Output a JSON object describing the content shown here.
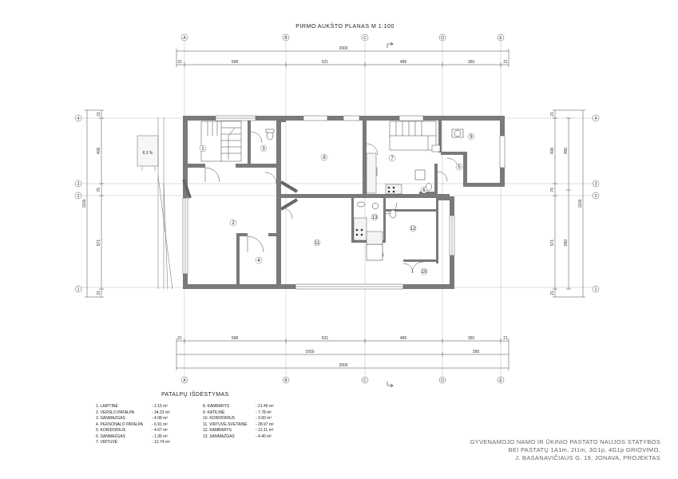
{
  "title": "PIRMO  AUKŠTO  PLANAS  M 1:100",
  "grid_axes": {
    "columns": [
      "A",
      "B",
      "C",
      "D",
      "E"
    ],
    "rows": [
      "4",
      "3",
      "2",
      "1"
    ]
  },
  "dimensions": {
    "top_total": "2000",
    "top_segments": [
      "21",
      "598",
      "521",
      "489",
      "350",
      "21"
    ],
    "bottom_segments": [
      "21",
      "598",
      "521",
      "489",
      "350",
      "21"
    ],
    "bottom_sub": [
      "1650",
      "350"
    ],
    "bottom_total": "2000",
    "left_total": "1100",
    "left_segments": [
      "21",
      "408",
      "79",
      "571",
      "21"
    ],
    "right_segments": [
      "21",
      "408",
      "79",
      "571",
      "21"
    ],
    "right_sub": [
      "450",
      "650"
    ],
    "right_total": "1100"
  },
  "ramp_label": "8.3 %",
  "rooms": [
    "1",
    "2",
    "3",
    "4",
    "5",
    "6",
    "7",
    "8",
    "9",
    "10",
    "11",
    "12",
    "13"
  ],
  "legend": {
    "title": "PATALPŲ  IŠDĖSTYMAS",
    "items": [
      {
        "name": "1. LAIPTINĖ",
        "area": "- 2.15 m²"
      },
      {
        "name": "2. VERSLO PATALPA",
        "area": "- 34.23 m²"
      },
      {
        "name": "3. SANMAZGAS",
        "area": "- 4.08 m²"
      },
      {
        "name": "4. PERSONALO PATALPA",
        "area": "- 6.91 m²"
      },
      {
        "name": "5. KORIDORIUS",
        "area": "- 4.67 m²"
      },
      {
        "name": "6. SANMAZGAS",
        "area": "- 1.36 m²"
      },
      {
        "name": "7. VIRTUVĖ",
        "area": "- 12.74 m²"
      },
      {
        "name": "8. KAMBARYS",
        "area": "- 21.45 m²"
      },
      {
        "name": "9. KATILINĖ",
        "area": "- 7.78 m²"
      },
      {
        "name": "10. KORIDORIUS",
        "area": "- 3.00 m²"
      },
      {
        "name": "11. VIRTUVĖ-SVETAINĖ",
        "area": "- 28.97 m²"
      },
      {
        "name": "12. KAMBARYS",
        "area": "- 12.11 m²"
      },
      {
        "name": "13. SANMAZGAS",
        "area": "- 4.40 m²"
      }
    ]
  },
  "project": {
    "line1": "GYVENAMOJO NAMO IR ŪKINIO PASTATO NAUJOS STATYBOS",
    "line2": "BEI PASTATŲ 1A1m, 2I1m, 3G1p, 4G1p GRIOVIMO,",
    "line3": "J. BASANAVIČIAUS G. 19, JONAVA, PROJEKTAS"
  }
}
